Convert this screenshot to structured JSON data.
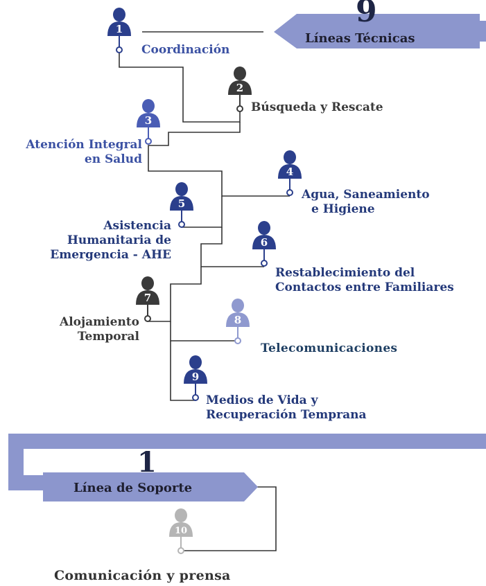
{
  "technical": {
    "count": "9",
    "title": "Líneas Técnicas"
  },
  "support": {
    "count": "1",
    "title": "Línea de Soporte"
  },
  "nodes": [
    {
      "number": "1",
      "label": "Coordinación",
      "color": "#2b3f8c"
    },
    {
      "number": "2",
      "label": "Búsqueda y Rescate",
      "color": "#3a3a3a"
    },
    {
      "number": "3",
      "label_lines": [
        "Atención Integral",
        "en Salud"
      ],
      "color": "#4a5db5"
    },
    {
      "number": "4",
      "label_lines": [
        "Agua, Saneamiento",
        "e Higiene"
      ],
      "color": "#2b3f8c"
    },
    {
      "number": "5",
      "label_lines": [
        "Asistencia",
        "Humanitaria de",
        "Emergencia - AHE"
      ],
      "color": "#2b3f8c"
    },
    {
      "number": "6",
      "label_lines": [
        "Restablecimiento del",
        "Contactos entre Familiares"
      ],
      "color": "#2b3f8c"
    },
    {
      "number": "7",
      "label_lines": [
        "Alojamiento",
        "Temporal"
      ],
      "color": "#3a3a3a"
    },
    {
      "number": "8",
      "label": "Telecomunicaciones",
      "color": "#8f99cf"
    },
    {
      "number": "9",
      "label_lines": [
        "Medios de Vida y",
        "Recuperación Temprana"
      ],
      "color": "#2b3f8c"
    },
    {
      "number": "10",
      "label": "Comunicación y prensa",
      "color": "#b5b5b5"
    }
  ],
  "colors": {
    "banner": "#8c96cd",
    "line": "#333333"
  }
}
